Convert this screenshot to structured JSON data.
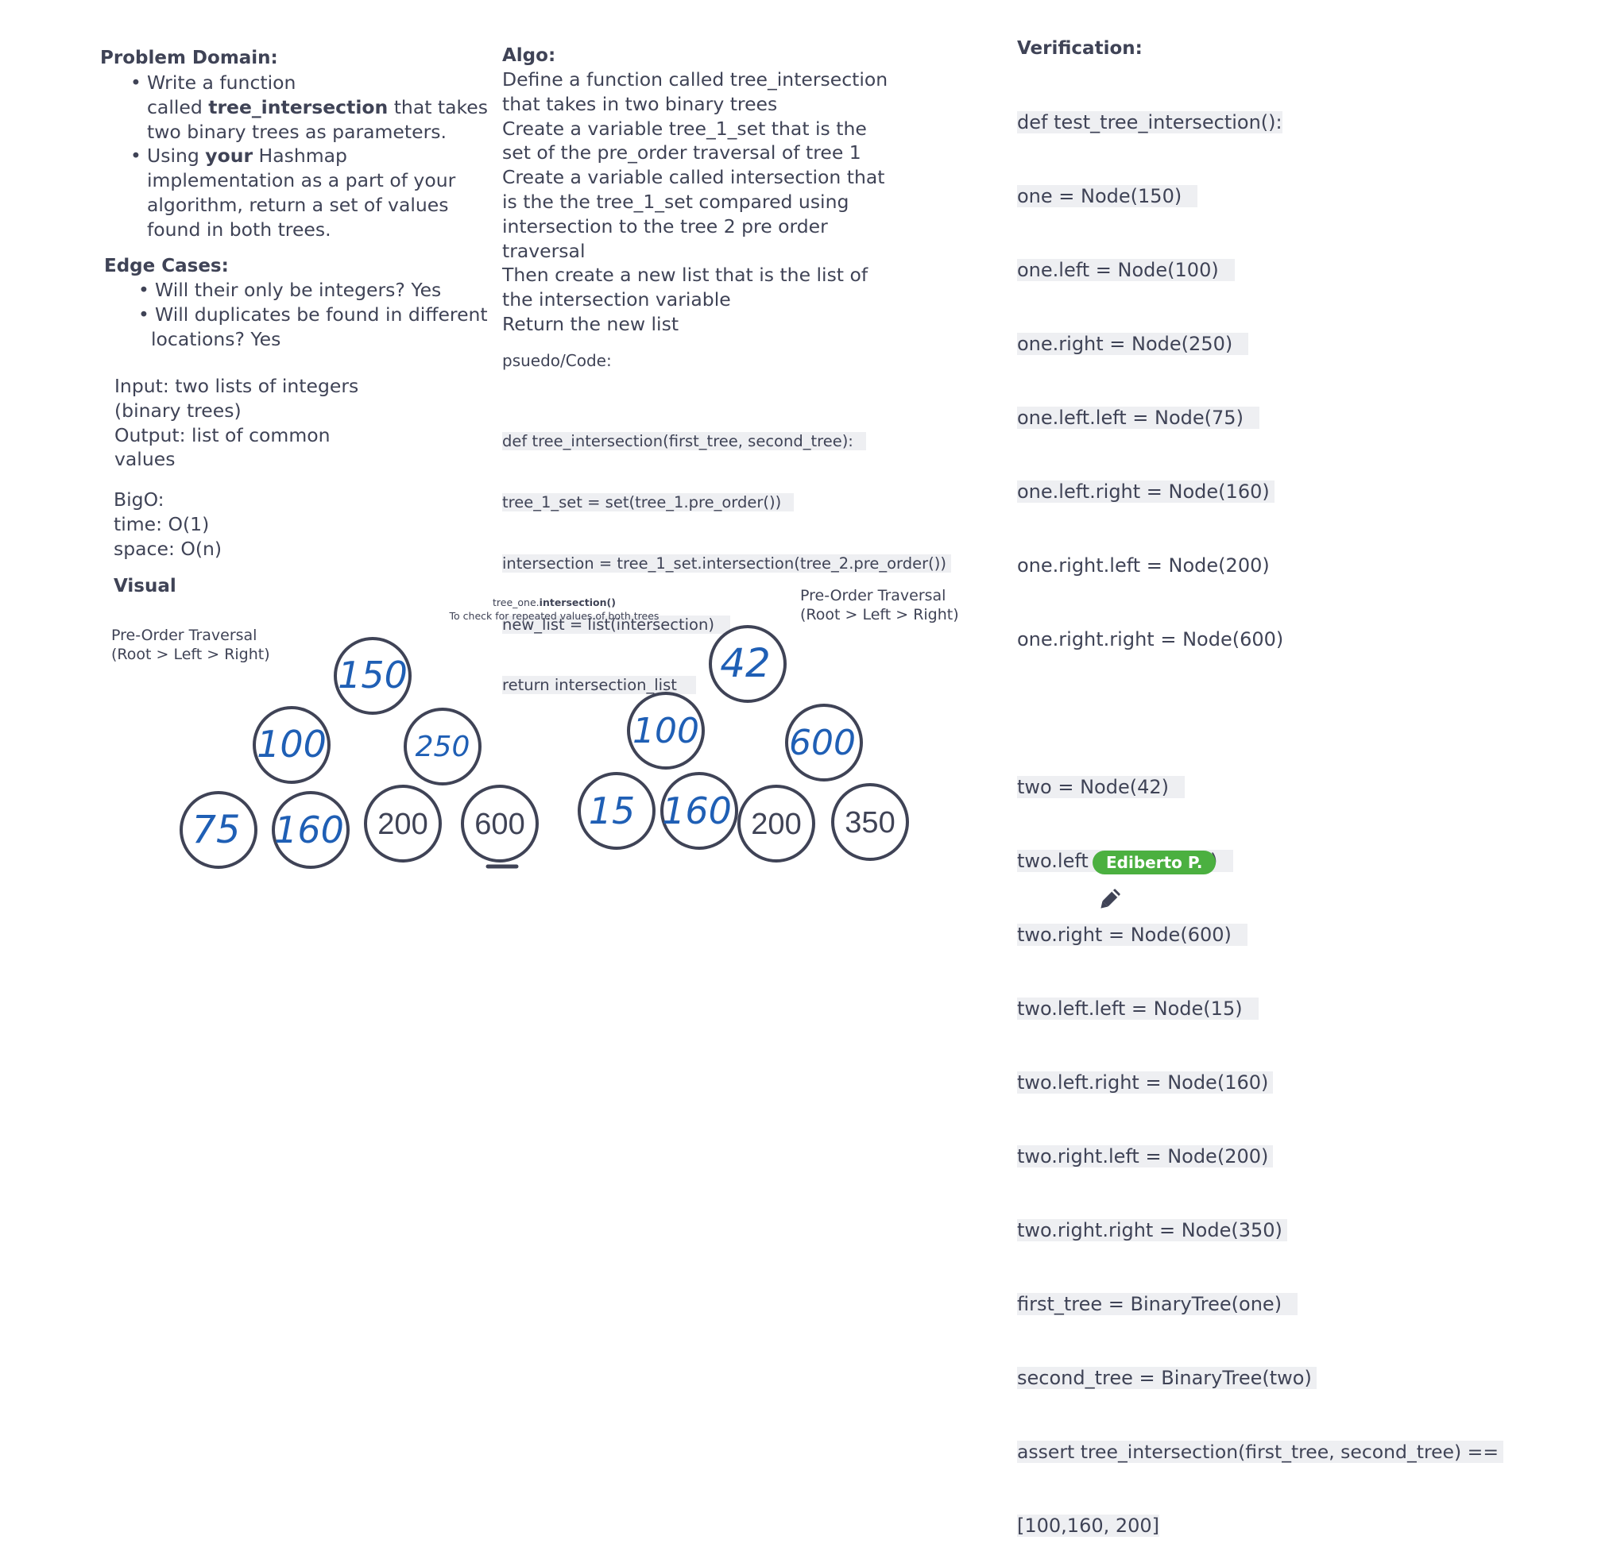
{
  "problem_domain": {
    "heading": "Problem Domain:",
    "bullet1": {
      "line1": "Write a function",
      "line2_pre": "called ",
      "line2_bold": "tree_intersection",
      "line2_post": " that takes",
      "line3": "two binary trees as parameters."
    },
    "bullet2": {
      "line1_pre": "Using ",
      "line1_bold": "your",
      "line1_post": " Hashmap",
      "line2": "implementation as a part of your",
      "line3": "algorithm, return a set of values",
      "line4": "found in both trees."
    }
  },
  "edge_cases": {
    "heading": "Edge Cases:",
    "bullet1": "Will their only be integers? Yes",
    "bullet2_line1": "Will duplicates be found in different",
    "bullet2_line2": "locations? Yes"
  },
  "io": {
    "line1": "Input: two lists of integers",
    "line2": "(binary trees)",
    "line3": "Output: list of common",
    "line4": "values"
  },
  "bigo": {
    "line1": "BigO:",
    "line2": "time: O(1)",
    "line3": "space: O(n)"
  },
  "visual_heading": "Visual",
  "algo": {
    "heading": "Algo:",
    "lines": [
      "Define a function called tree_intersection",
      "that takes in two binary trees",
      "Create a variable tree_1_set that is the",
      "set of the pre_order traversal of tree 1",
      "Create a variable called intersection that",
      "is the the tree_1_set compared using",
      "intersection to the tree 2 pre order",
      "traversal",
      "Then create a new list that is the list of",
      "the intersection variable",
      "Return the new list"
    ]
  },
  "pseudo": {
    "heading": "psuedo/Code:",
    "lines": [
      "def tree_intersection(first_tree, second_tree):",
      "    tree_1_set = set(tree_1.pre_order())",
      "    intersection = tree_1_set.intersection(tree_2.pre_order())",
      "    new_list = list(intersection)",
      "    return intersection_list"
    ]
  },
  "verification": {
    "heading": "Verification:",
    "lines": [
      "def test_tree_intersection():",
      "   one = Node(150)",
      "   one.left = Node(100)",
      "   one.right = Node(250)",
      "   one.left.left = Node(75)",
      "   one.left.right = Node(160)",
      "   one.right.left = Node(200)",
      "   one.right.right = Node(600)",
      "",
      "   two = Node(42)",
      "   two.left = Node(100)",
      "   two.right = Node(600)",
      "   two.left.left = Node(15)",
      "   two.left.right = Node(160)",
      "   two.right.left = Node(200)",
      "   two.right.right = Node(350)",
      "   first_tree = BinaryTree(one)",
      "   second_tree = BinaryTree(two)",
      "   assert tree_intersection(first_tree, second_tree) ==",
      "[100,160, 200]"
    ]
  },
  "tree1_label": {
    "line1": "Pre-Order Traversal",
    "line2": "(Root > Left > Right)"
  },
  "tree2_label": {
    "line1": "Pre-Order Traversal",
    "line2": "(Root > Left > Right)"
  },
  "center_note": {
    "line1_pre": "tree_one.",
    "line1_bold": "intersection()",
    "line2": "To check for repeated values of both trees"
  },
  "tree1_nodes": [
    "150",
    "100",
    "250",
    "75",
    "160",
    "200",
    "600"
  ],
  "tree2_nodes": [
    "42",
    "100",
    "600",
    "15",
    "160",
    "200",
    "350"
  ],
  "user_badge": "Ediberto P.",
  "icons": {
    "edit": "pencil-icon"
  },
  "colors": {
    "text": "#3f4356",
    "handwriting": "#1f5fb5",
    "node_stroke": "#3f4356",
    "badge": "#4bb040",
    "code_highlight": "#eeeff2"
  }
}
